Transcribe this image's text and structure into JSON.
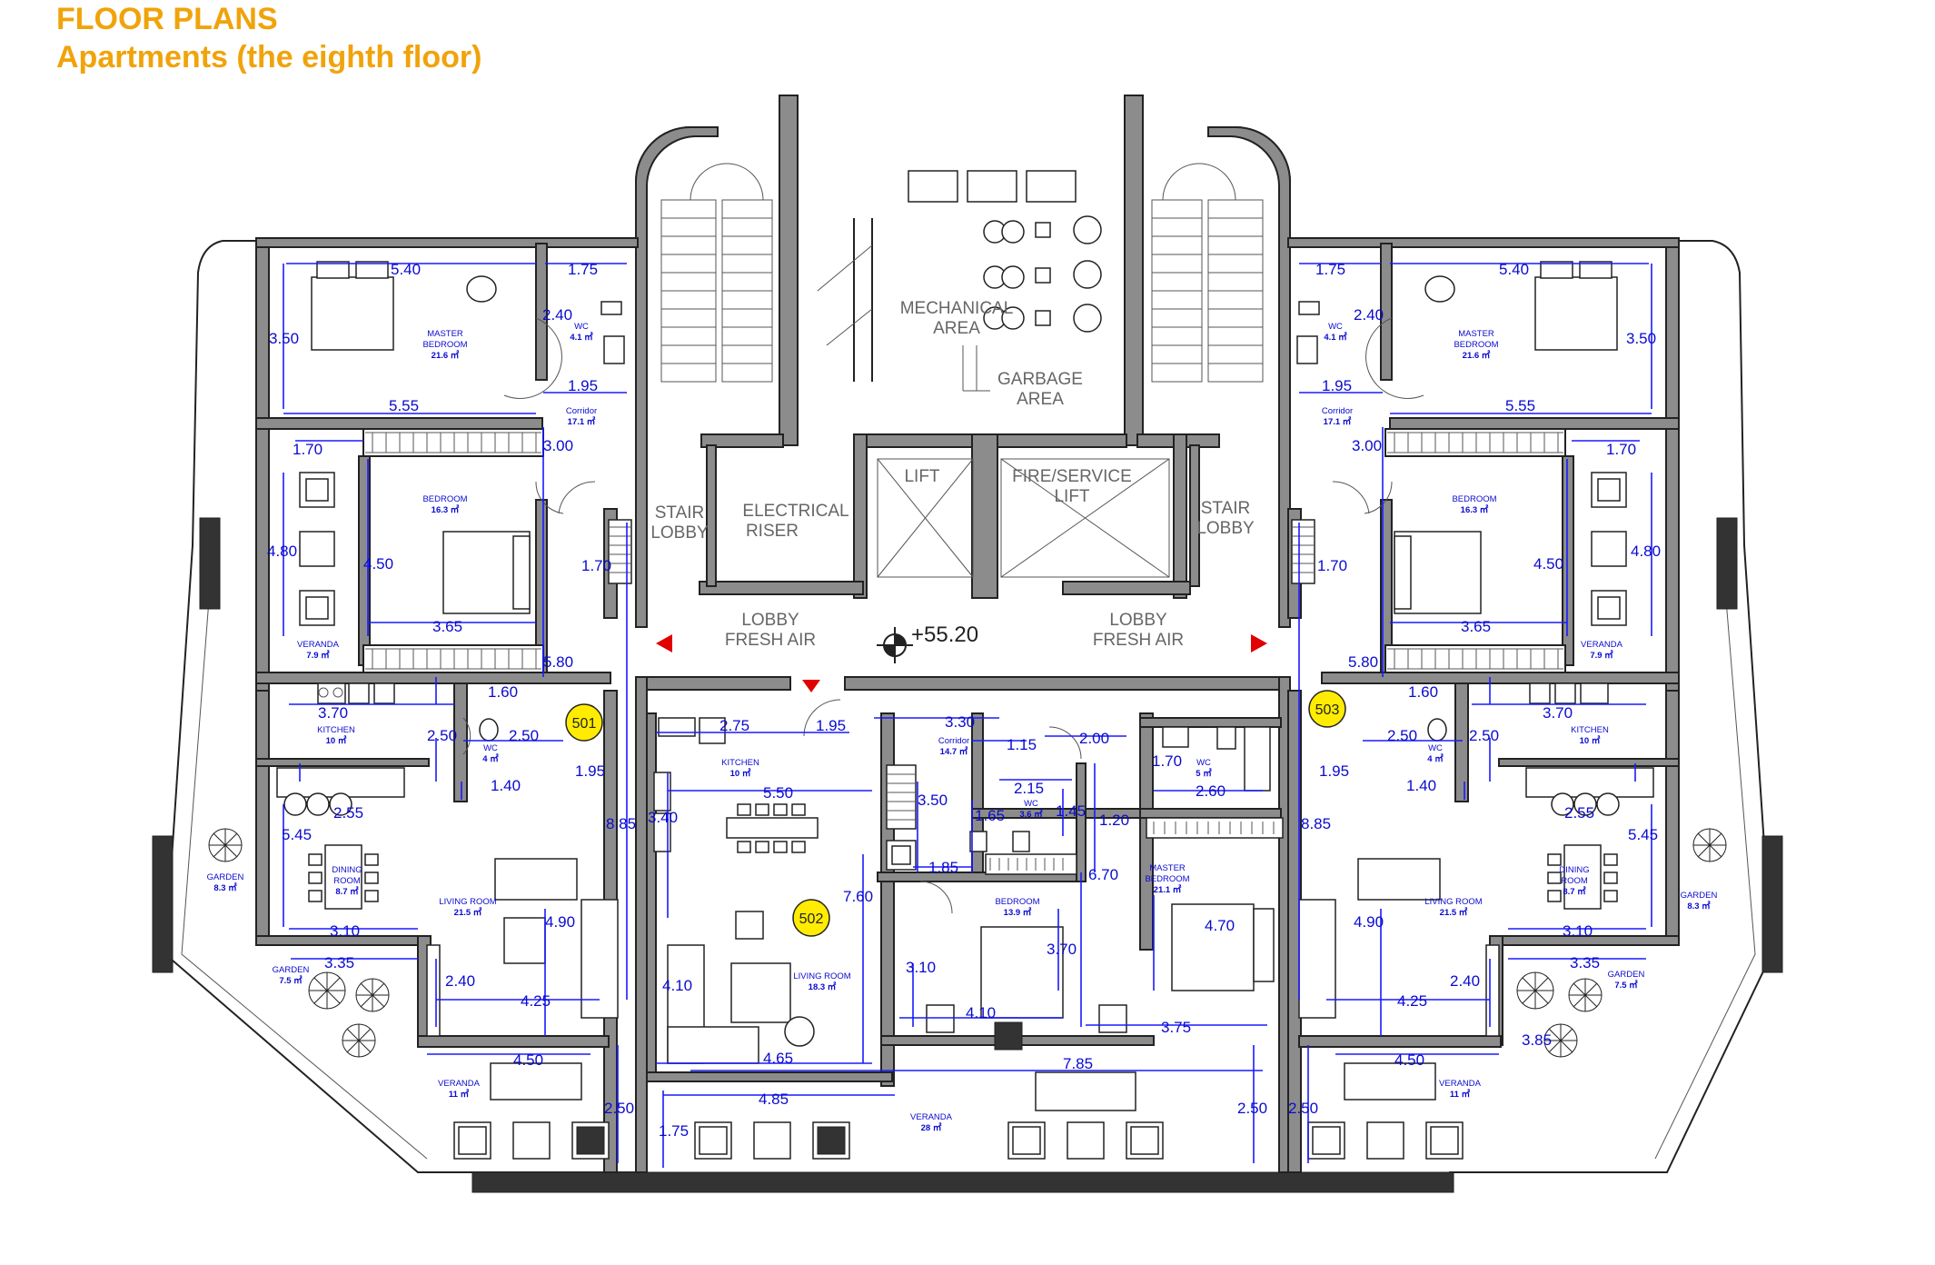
{
  "header": {
    "title": "FLOOR PLANS",
    "subtitle": "Apartments (the eighth floor)"
  },
  "colors": {
    "header": "#f0a30a",
    "dimension": "#1a1aff",
    "apartment_tag": "#ffec00",
    "walls": "#8c8c8c",
    "direction_arrow": "#e00000"
  },
  "elevation": "+55.20",
  "apartment_tags": [
    "501",
    "502",
    "503"
  ],
  "core_labels": {
    "mechanical": [
      "MECHANICAL",
      "AREA"
    ],
    "garbage": [
      "GARBAGE",
      "AREA"
    ],
    "stair_lobby": [
      "STAIR",
      "LOBBY"
    ],
    "electrical": [
      "ELECTRICAL",
      "RISER"
    ],
    "lift": "LIFT",
    "fire_lift": [
      "FIRE/SERVICE",
      "LIFT"
    ],
    "lobby_fresh_air": [
      "LOBBY",
      "FRESH AIR"
    ]
  },
  "rooms": {
    "r501": {
      "master_bedroom": {
        "name": [
          "MASTER",
          "BEDROOM"
        ],
        "area": "21.6 ㎡"
      },
      "wc1": {
        "name": "WC",
        "area": "4.1 ㎡"
      },
      "corridor": {
        "name": "Corridor",
        "area": "17.1 ㎡"
      },
      "bedroom": {
        "name": "BEDROOM",
        "area": "16.3 ㎡"
      },
      "veranda1": {
        "name": "VERANDA",
        "area": "7.9 ㎡"
      },
      "kitchen": {
        "name": "KITCHEN",
        "area": "10 ㎡"
      },
      "wc2": {
        "name": "WC",
        "area": "4 ㎡"
      },
      "dining": {
        "name": [
          "DINING",
          "ROOM"
        ],
        "area": "8.7 ㎡"
      },
      "living": {
        "name": "LIVING ROOM",
        "area": "21.5 ㎡"
      },
      "garden1": {
        "name": "GARDEN",
        "area": "8.3 ㎡"
      },
      "garden2": {
        "name": "GARDEN",
        "area": "7.5 ㎡"
      },
      "veranda2": {
        "name": "VERANDA",
        "area": "11 ㎡"
      }
    },
    "r502": {
      "kitchen": {
        "name": "KITCHEN",
        "area": "10 ㎡"
      },
      "corridor": {
        "name": "Corridor",
        "area": "14.7 ㎡"
      },
      "wc1": {
        "name": "WC",
        "area": "5 ㎡"
      },
      "wc2": {
        "name": "WC",
        "area": "3.6 ㎡"
      },
      "master_bedroom": {
        "name": [
          "MASTER",
          "BEDROOM"
        ],
        "area": "21.1 ㎡"
      },
      "bedroom": {
        "name": "BEDROOM",
        "area": "13.9 ㎡"
      },
      "living": {
        "name": "LIVING ROOM",
        "area": "18.3 ㎡"
      },
      "veranda": {
        "name": "VERANDA",
        "area": "28 ㎡"
      }
    },
    "r503": {
      "master_bedroom": {
        "name": [
          "MASTER",
          "BEDROOM"
        ],
        "area": "21.6 ㎡"
      },
      "wc1": {
        "name": "WC",
        "area": "4.1 ㎡"
      },
      "corridor": {
        "name": "Corridor",
        "area": "17.1 ㎡"
      },
      "bedroom": {
        "name": "BEDROOM",
        "area": "16.3 ㎡"
      },
      "veranda1": {
        "name": "VERANDA",
        "area": "7.9 ㎡"
      },
      "kitchen": {
        "name": "KITCHEN",
        "area": "10 ㎡"
      },
      "wc2": {
        "name": "WC",
        "area": "4 ㎡"
      },
      "dining": {
        "name": [
          "DINING",
          "ROOM"
        ],
        "area": "8.7 ㎡"
      },
      "living": {
        "name": "LIVING ROOM",
        "area": "21.5 ㎡"
      },
      "garden1": {
        "name": "GARDEN",
        "area": "8.3 ㎡"
      },
      "garden2": {
        "name": "GARDEN",
        "area": "7.5 ㎡"
      },
      "veranda2": {
        "name": "VERANDA",
        "area": "11 ㎡"
      }
    }
  },
  "dimensions": {
    "d501": [
      "5.40",
      "1.75",
      "3.50",
      "2.40",
      "1.95",
      "5.55",
      "3.00",
      "1.70",
      "4.80",
      "4.50",
      "3.65",
      "1.70",
      "5.80",
      "1.60",
      "3.70",
      "2.50",
      "2.50",
      "1.95",
      "1.40",
      "2.55",
      "8.85",
      "5.45",
      "3.10",
      "4.90",
      "3.35",
      "2.40",
      "4.25",
      "4.50",
      "2.50"
    ],
    "d502": [
      "2.75",
      "1.95",
      "3.30",
      "1.15",
      "2.00",
      "5.50",
      "3.50",
      "1.70",
      "2.15",
      "2.60",
      "3.40",
      "1.65",
      "1.45",
      "1.20",
      "1.85",
      "6.70",
      "7.60",
      "4.70",
      "3.70",
      "3.10",
      "4.10",
      "4.10",
      "3.75",
      "4.65",
      "7.85",
      "4.85",
      "1.75",
      "2.50"
    ],
    "d503": [
      "1.75",
      "5.40",
      "2.40",
      "3.50",
      "1.95",
      "5.55",
      "3.00",
      "1.70",
      "4.80",
      "4.50",
      "1.70",
      "3.65",
      "5.80",
      "1.60",
      "3.70",
      "2.50",
      "2.50",
      "1.95",
      "1.40",
      "2.55",
      "8.85",
      "5.45",
      "4.90",
      "3.10",
      "3.35",
      "4.25",
      "2.40",
      "3.85",
      "4.50",
      "2.50"
    ]
  }
}
